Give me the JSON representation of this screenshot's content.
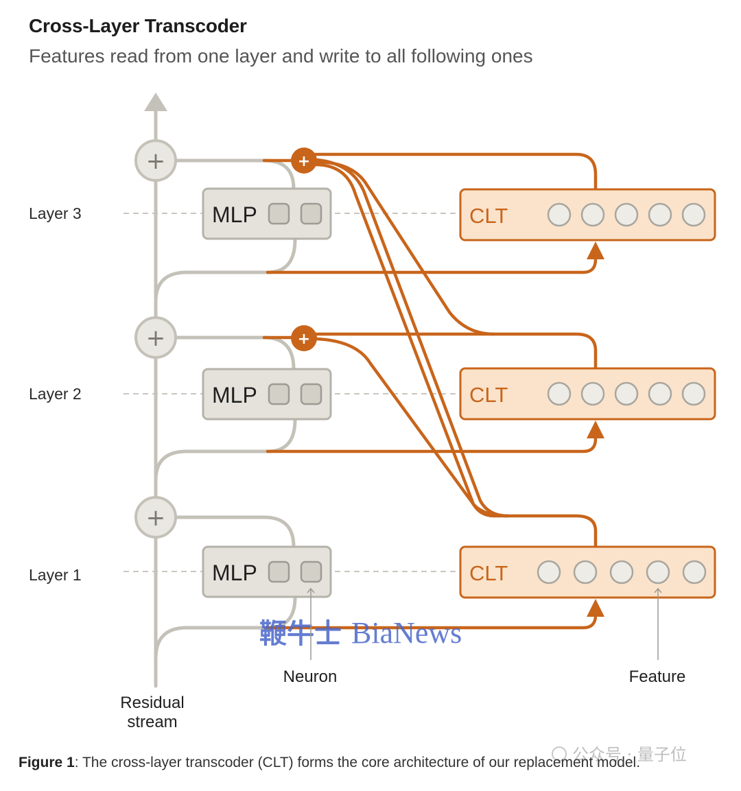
{
  "title": "Cross-Layer Transcoder",
  "subtitle": "Features read from one layer and write to all following ones",
  "layers": [
    {
      "label": "Layer 3",
      "mlp_label": "MLP",
      "clt_label": "CLT"
    },
    {
      "label": "Layer 2",
      "mlp_label": "MLP",
      "clt_label": "CLT"
    },
    {
      "label": "Layer 1",
      "mlp_label": "MLP",
      "clt_label": "CLT"
    }
  ],
  "plus_symbol": "+",
  "annotations": {
    "neuron": "Neuron",
    "feature": "Feature",
    "residual_line1": "Residual",
    "residual_line2": "stream"
  },
  "caption": {
    "bold": "Figure 1",
    "text": ": The cross-layer transcoder (CLT) forms the core architecture of our replacement model."
  },
  "watermarks": {
    "bianews_cn": "鞭牛士",
    "bianews_en": "BiaNews",
    "wechat": "公众号 · 量子位"
  },
  "colors": {
    "orange": "#c8651b",
    "clt_fill": "#fbe3cb",
    "gray_line": "#c4c1b8",
    "mlp_fill": "#e4e2db",
    "mlp_stroke": "#b5b2aa",
    "node_fill": "#e9e7e1",
    "watermark_blue": "#4a67c9"
  }
}
